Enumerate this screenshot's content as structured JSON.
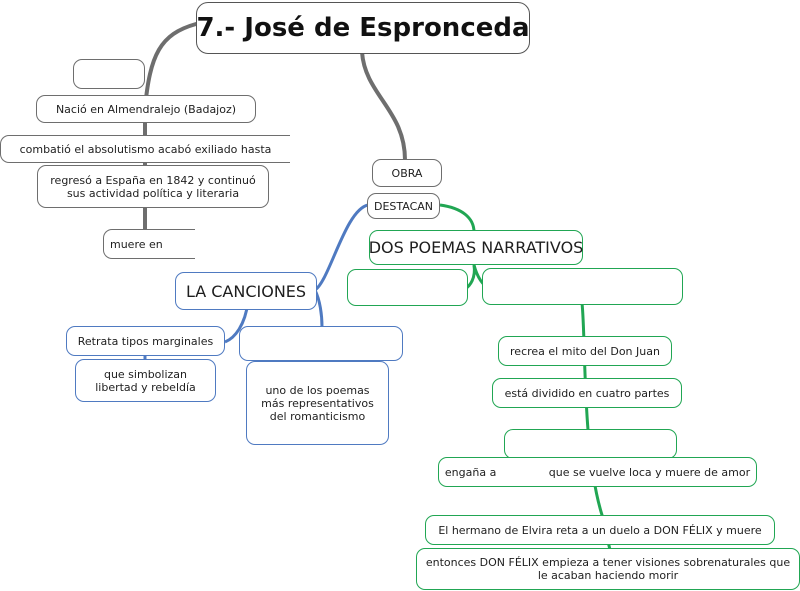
{
  "title": "7.- José de Espronceda",
  "life": {
    "empty_box": "",
    "birth": "Nació en Almendralejo (Badajoz)",
    "exile": "combatió el absolutismo acabó exiliado hasta",
    "return": "regresó a España en 1842 y continuó sus actividad política y literaria",
    "death": "muere en"
  },
  "obra": {
    "label": "OBRA",
    "destacan": "DESTACAN"
  },
  "canciones": {
    "label": "LA CANCIONES",
    "retrata": "Retrata tipos marginales",
    "simbolizan": "que simbolizan libertad y rebeldía",
    "empty_box": "",
    "representativo": "uno de los poemas más representativos del romanticismo"
  },
  "poemas": {
    "label": "DOS POEMAS NARRATIVOS",
    "empty_left": "",
    "empty_right": "",
    "mito": "recrea el mito del Don Juan",
    "partes": "está dividido en cuatro partes",
    "empty_mid": "",
    "engana": "engaña a               que se vuelve loca y muere de amor",
    "hermano": "El hermano de Elvira reta a un duelo a DON FÉLIX y muere",
    "visiones": "entonces DON FÉLIX empieza a tener visiones sobrenaturales que le acaban haciendo morir"
  },
  "colors": {
    "gray": "#6e6e6e",
    "blue": "#4f7ac1",
    "green": "#21a653"
  }
}
